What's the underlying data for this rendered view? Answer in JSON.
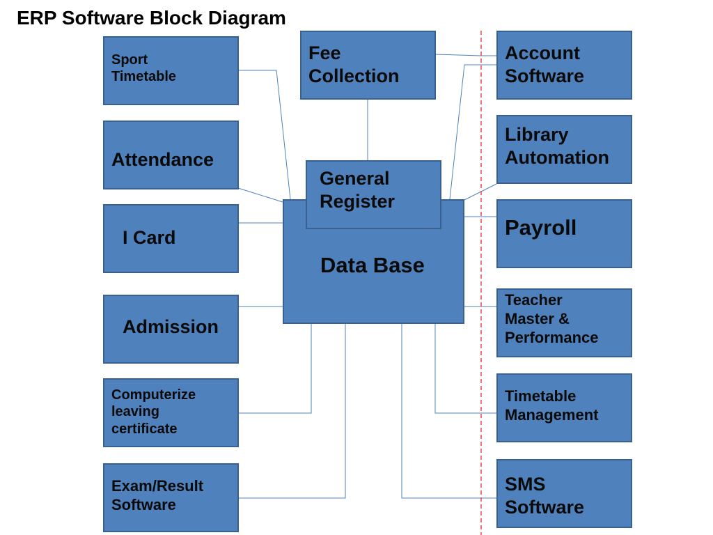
{
  "title": "ERP Software Block Diagram",
  "center": {
    "database": "Data Base",
    "general_register": "General\nRegister"
  },
  "left_blocks": [
    "Sport\nTimetable",
    "Attendance",
    "I Card",
    "Admission",
    "Computerize\nleaving\ncertificate",
    "Exam/Result\nSoftware"
  ],
  "top_block": "Fee\nCollection",
  "right_blocks": [
    "Account\nSoftware",
    "Library\nAutomation",
    "Payroll",
    "Teacher\nMaster &\nPerformance",
    "Timetable\nManagement",
    "SMS\nSoftware"
  ],
  "colors": {
    "box_fill": "#4f81bd",
    "box_border": "#3a608f",
    "connector": "#4f81bd",
    "divider": "#e8474b"
  }
}
